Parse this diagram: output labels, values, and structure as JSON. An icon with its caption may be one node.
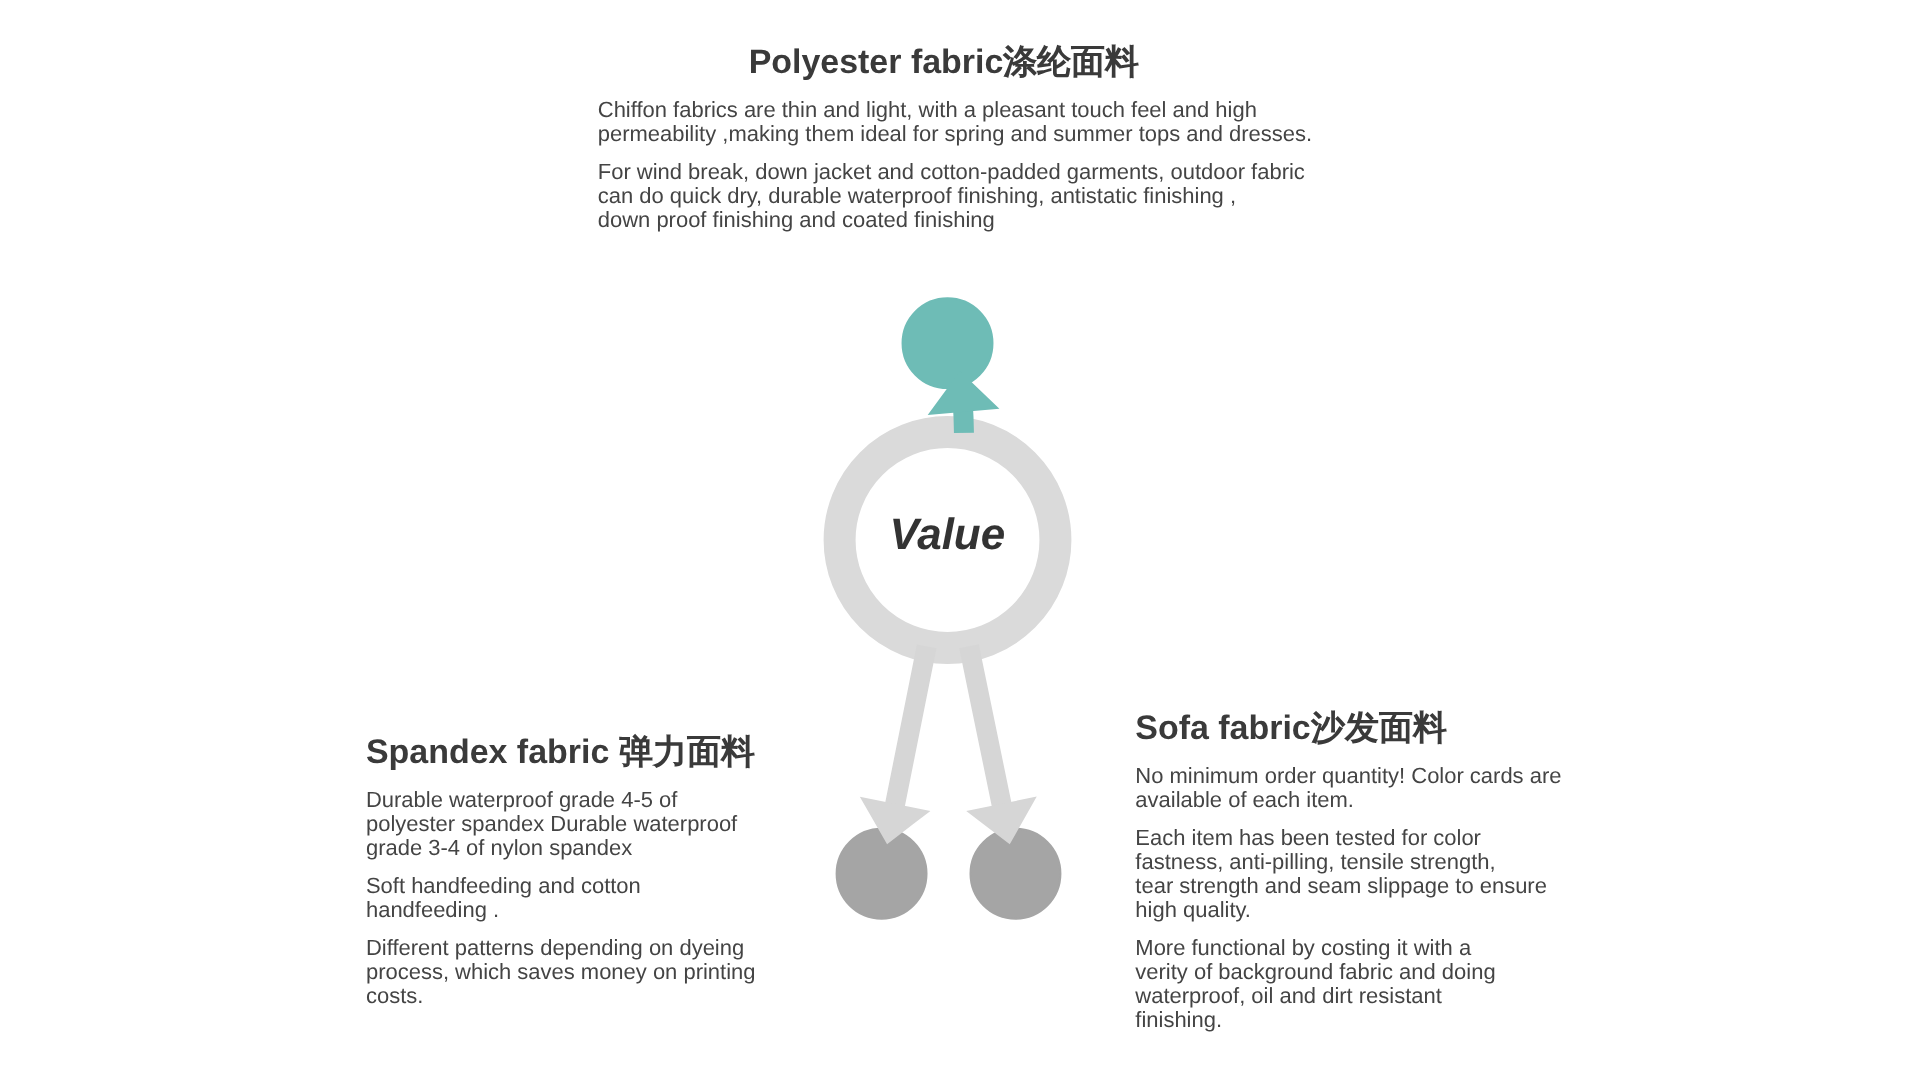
{
  "diagram": {
    "nodes": [
      {
        "text": [],
        "shape": "circle",
        "beside": [
          "Polyester fabric涤纶面料",
          "Chiffon fabrics are thin and light, with a pleasant touch feel and high permeability ,making them ideal for spring and summer tops and dresses.",
          "For wind break, down jacket and cotton-padded garments, outdoor fabric can do quick dry, durable waterproof finishing, antistatic finishing , down proof finishing and coated finishing"
        ]
      },
      {
        "text": [
          "Value"
        ]
      },
      {
        "text": [],
        "shape": "circle",
        "beside": [
          "Spandex fabric 弹力面料",
          "Durable waterproof grade 4-5 of polyester spandex Durable waterproof grade 3-4 of nylon spandex",
          "Soft handfeeding and cotton handfeeding .",
          "Different patterns depending on dyeing process, which saves money on printing costs."
        ]
      },
      {
        "text": [],
        "shape": "circle",
        "beside": [
          "Sofa fabric沙发面料",
          "No minimum order quantity! Color cards are available of each item.",
          "Each item has been tested for color fastness, anti-pilling, tensile strength, tear strength and seam slippage to ensure high quality.",
          "More functional by costing it with a verity of background fabric and doing waterproof, oil and dirt resistant finishing."
        ]
      }
    ],
    "edges": [
      {
        "from": 1,
        "to": 0,
        "arrow": "to",
        "color": "#6ebcb6"
      },
      {
        "from": 1,
        "to": 2,
        "arrow": "to"
      },
      {
        "from": 1,
        "to": 3,
        "arrow": "to"
      }
    ]
  }
}
